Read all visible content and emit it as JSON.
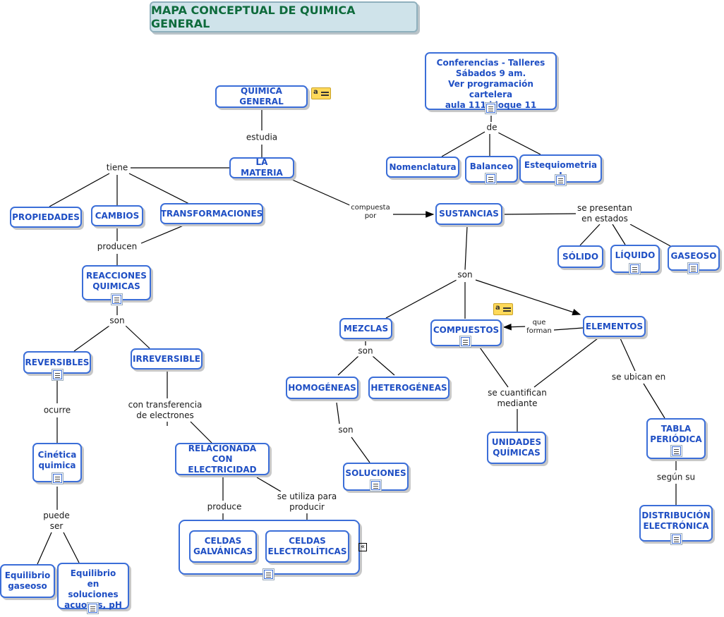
{
  "title": "MAPA CONCEPTUAL DE QUIMICA GENERAL",
  "nodes": {
    "quimica": "QUIMICA GENERAL",
    "materia": "LA MATERIA",
    "propiedades": "PROPIEDADES",
    "cambios": "CAMBIOS",
    "transformaciones": "TRANSFORMACIONES",
    "reacciones": "REACCIONES\nQUIMICAS",
    "reversibles": "REVERSIBLES",
    "irreversible": "IRREVERSIBLE",
    "cinetica": "Cinética\nquimica",
    "relacionada": "RELACIONADA\nCON ELECTRICIDAD",
    "eq_gaseoso": "Equilibrio\ngaseoso",
    "eq_soluciones": "Equilibrio\nen soluciones\nacuosas, pH",
    "galvanicas": "CELDAS\nGALVÁNICAS",
    "electroliticas": "CELDAS\nELECTROLÍTICAS",
    "conferencias": "Conferencias - Talleres\nSábados 9 am.\nVer programación cartelera\naula 111 bloque 11",
    "nomenclatura": "Nomenclatura",
    "balanceo": "Balanceo",
    "estequiometria": "Estequiometria I",
    "sustancias": "SUSTANCIAS",
    "solido": "SÓLIDO",
    "liquido": "LÍQUIDO",
    "gaseoso": "GASEOSO",
    "mezclas": "MEZCLAS",
    "compuestos": "COMPUESTOS",
    "elementos": "ELEMENTOS",
    "homogeneas": "HOMOGÉNEAS",
    "heterogeneas": "HETEROGÉNEAS",
    "soluciones": "SOLUCIONES",
    "unidades": "UNIDADES\nQUÍMICAS",
    "tabla": "TABLA\nPERIÓDICA",
    "distribucion": "DISTRIBUCIÓN\nELECTRÓNICA"
  },
  "links": {
    "estudia": "estudia",
    "tiene": "tiene",
    "producen": "producen",
    "son1": "son",
    "ocurre": "ocurre",
    "transferencia": "con transferencia\nde electrones",
    "puede_ser": "puede\nser",
    "produce": "produce",
    "utiliza": "se utiliza para\nproducir",
    "de": "de",
    "compuesta": "compuesta\npor",
    "presentan": "se presentan\nen estados",
    "son2": "son",
    "son3": "son",
    "son4": "son",
    "que_forman": "que\nforman",
    "cuantifican": "se cuantifican\nmediante",
    "ubican": "se ubican en",
    "segun": "según su"
  },
  "note_icon_letter": "a"
}
